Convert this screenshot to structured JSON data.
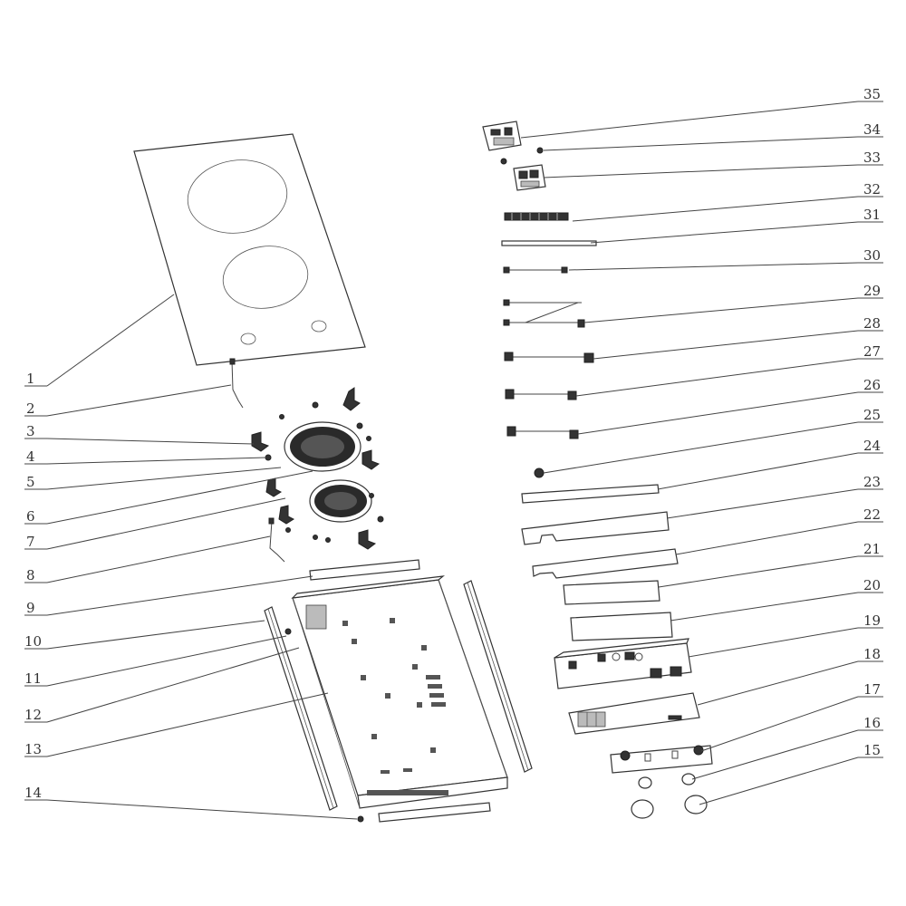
{
  "callouts_left": [
    "1",
    "2",
    "3",
    "4",
    "5",
    "6",
    "7",
    "8",
    "9",
    "10",
    "11",
    "12",
    "13",
    "14"
  ],
  "callouts_right": [
    "35",
    "34",
    "33",
    "32",
    "31",
    "30",
    "29",
    "28",
    "27",
    "26",
    "25",
    "24",
    "23",
    "22",
    "21",
    "20",
    "19",
    "18",
    "17",
    "16",
    "15"
  ]
}
